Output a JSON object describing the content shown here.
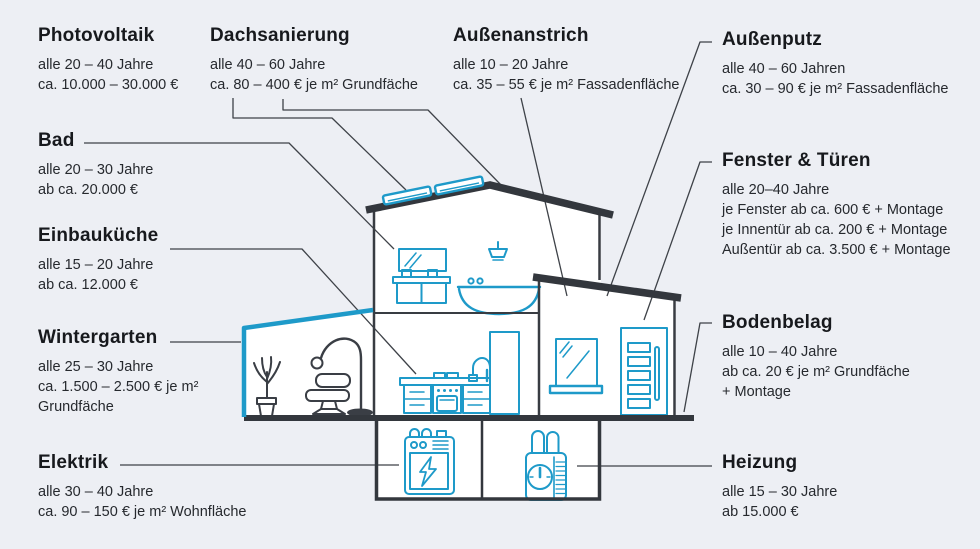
{
  "colors": {
    "background": "#edeff4",
    "accent_blue": "#1e9ac9",
    "dark_line": "#33373d",
    "connector": "#3e4248",
    "text": "#26292e",
    "title_text": "#17191d",
    "house_fill": "#ffffff"
  },
  "labels": {
    "photovoltaik": {
      "title": "Photovoltaik",
      "lines": [
        "alle 20 – 40 Jahre",
        "ca. 10.000 – 30.000 €"
      ]
    },
    "dachsanierung": {
      "title": "Dachsanierung",
      "lines": [
        "alle 40 – 60 Jahre",
        "ca. 80 – 400 € je m² Grundfäche"
      ]
    },
    "aussenanstrich": {
      "title": "Außenanstrich",
      "lines": [
        "alle 10 – 20 Jahre",
        "ca. 35 – 55 € je m² Fassadenfläche"
      ]
    },
    "aussenputz": {
      "title": "Außenputz",
      "lines": [
        "alle 40 – 60 Jahren",
        "ca. 30 – 90 € je m² Fassadenfläche"
      ]
    },
    "bad": {
      "title": "Bad",
      "lines": [
        "alle 20 – 30 Jahre",
        "ab ca. 20.000 €"
      ]
    },
    "fenster_tueren": {
      "title": "Fenster & Türen",
      "lines": [
        "alle 20–40 Jahre",
        "je Fenster ab ca. 600 € + Montage",
        "je Innentür ab ca. 200 € + Montage",
        "Außentür ab ca. 3.500 € + Montage"
      ]
    },
    "einbaukueche": {
      "title": "Einbauküche",
      "lines": [
        "alle 15 – 20 Jahre",
        "ab ca. 12.000 €"
      ]
    },
    "wintergarten": {
      "title": "Wintergarten",
      "lines": [
        "alle 25 – 30 Jahre",
        "ca. 1.500 – 2.500 € je m²",
        "Grundfäche"
      ]
    },
    "bodenbelag": {
      "title": "Bodenbelag",
      "lines": [
        "alle 10 – 40 Jahre",
        "ab ca. 20 € je m² Grundfäche",
        "+ Montage"
      ]
    },
    "elektrik": {
      "title": "Elektrik",
      "lines": [
        "alle 30 – 40 Jahre",
        "ca. 90 – 150 € je m² Wohnfläche"
      ]
    },
    "heizung": {
      "title": "Heizung",
      "lines": [
        "alle 15 – 30 Jahre",
        "ab 15.000 €"
      ]
    }
  },
  "icons": [
    "solar-panel-icon",
    "roof-icon",
    "mirror-icon",
    "vanity-icon",
    "shower-icon",
    "bathtub-icon",
    "kitchen-counter-icon",
    "oven-icon",
    "fridge-icon",
    "faucet-icon",
    "window-icon",
    "door-icon",
    "plant-icon",
    "lounge-chair-icon",
    "floor-lamp-icon",
    "fuse-box-icon",
    "boiler-icon"
  ]
}
